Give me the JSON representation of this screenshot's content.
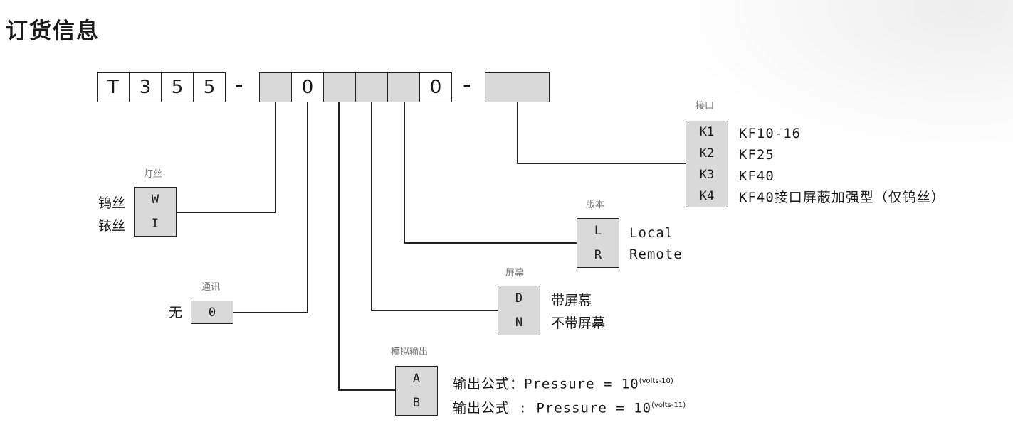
{
  "title": "订货信息",
  "part_number": {
    "cells": [
      "T",
      "3",
      "5",
      "5",
      "-",
      "",
      "0",
      "",
      "",
      "",
      "0",
      "-",
      ""
    ]
  },
  "filament": {
    "title": "灯丝",
    "options": [
      {
        "code": "W",
        "label": "钨丝"
      },
      {
        "code": "I",
        "label": "铱丝"
      }
    ]
  },
  "communication": {
    "title": "通讯",
    "options": [
      {
        "code": "0",
        "label": "无"
      }
    ]
  },
  "analog_output": {
    "title": "模拟输出",
    "options": [
      {
        "code": "A",
        "label": "输出公式：Pressure = 10",
        "exponent": "(volts-10)"
      },
      {
        "code": "B",
        "label": "输出公式 : Pressure = 10",
        "exponent": "(volts-11)"
      }
    ]
  },
  "display": {
    "title": "屏幕",
    "options": [
      {
        "code": "D",
        "label": "带屏幕"
      },
      {
        "code": "N",
        "label": "不带屏幕"
      }
    ]
  },
  "version": {
    "title": "版本",
    "options": [
      {
        "code": "L",
        "label": "Local"
      },
      {
        "code": "R",
        "label": "Remote"
      }
    ]
  },
  "interface": {
    "title": "接口",
    "options": [
      {
        "code": "K1",
        "label": "KF10-16"
      },
      {
        "code": "K2",
        "label": "KF25"
      },
      {
        "code": "K3",
        "label": "KF40"
      },
      {
        "code": "K4",
        "label": "KF40接口屏蔽加强型（仅钨丝）"
      }
    ]
  }
}
